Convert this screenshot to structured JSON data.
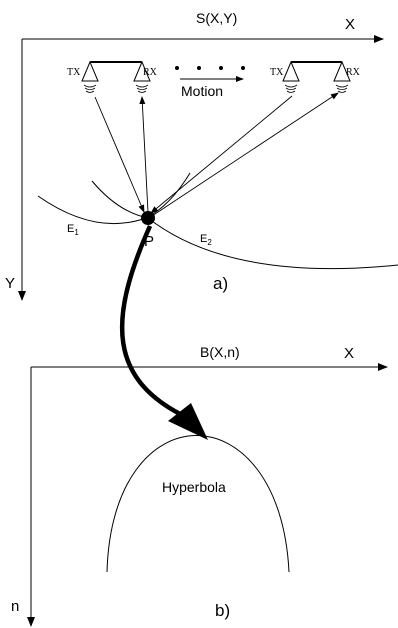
{
  "top_panel": {
    "function_label": "S(X,Y)",
    "x_axis_label": "X",
    "y_axis_label": "Y",
    "left_antenna": {
      "tx_label": "TX",
      "rx_label": "RX"
    },
    "right_antenna": {
      "tx_label": "TX",
      "rx_label": "RX"
    },
    "motion_label": "Motion",
    "ellipse_1_label": "E",
    "ellipse_1_sub": "1",
    "ellipse_2_label": "E",
    "ellipse_2_sub": "2",
    "point_label": "P",
    "panel_label": "a)"
  },
  "bottom_panel": {
    "function_label": "B(X,n)",
    "x_axis_label": "X",
    "y_axis_label": "n",
    "curve_label": "Hyperbola",
    "panel_label": "b)"
  }
}
